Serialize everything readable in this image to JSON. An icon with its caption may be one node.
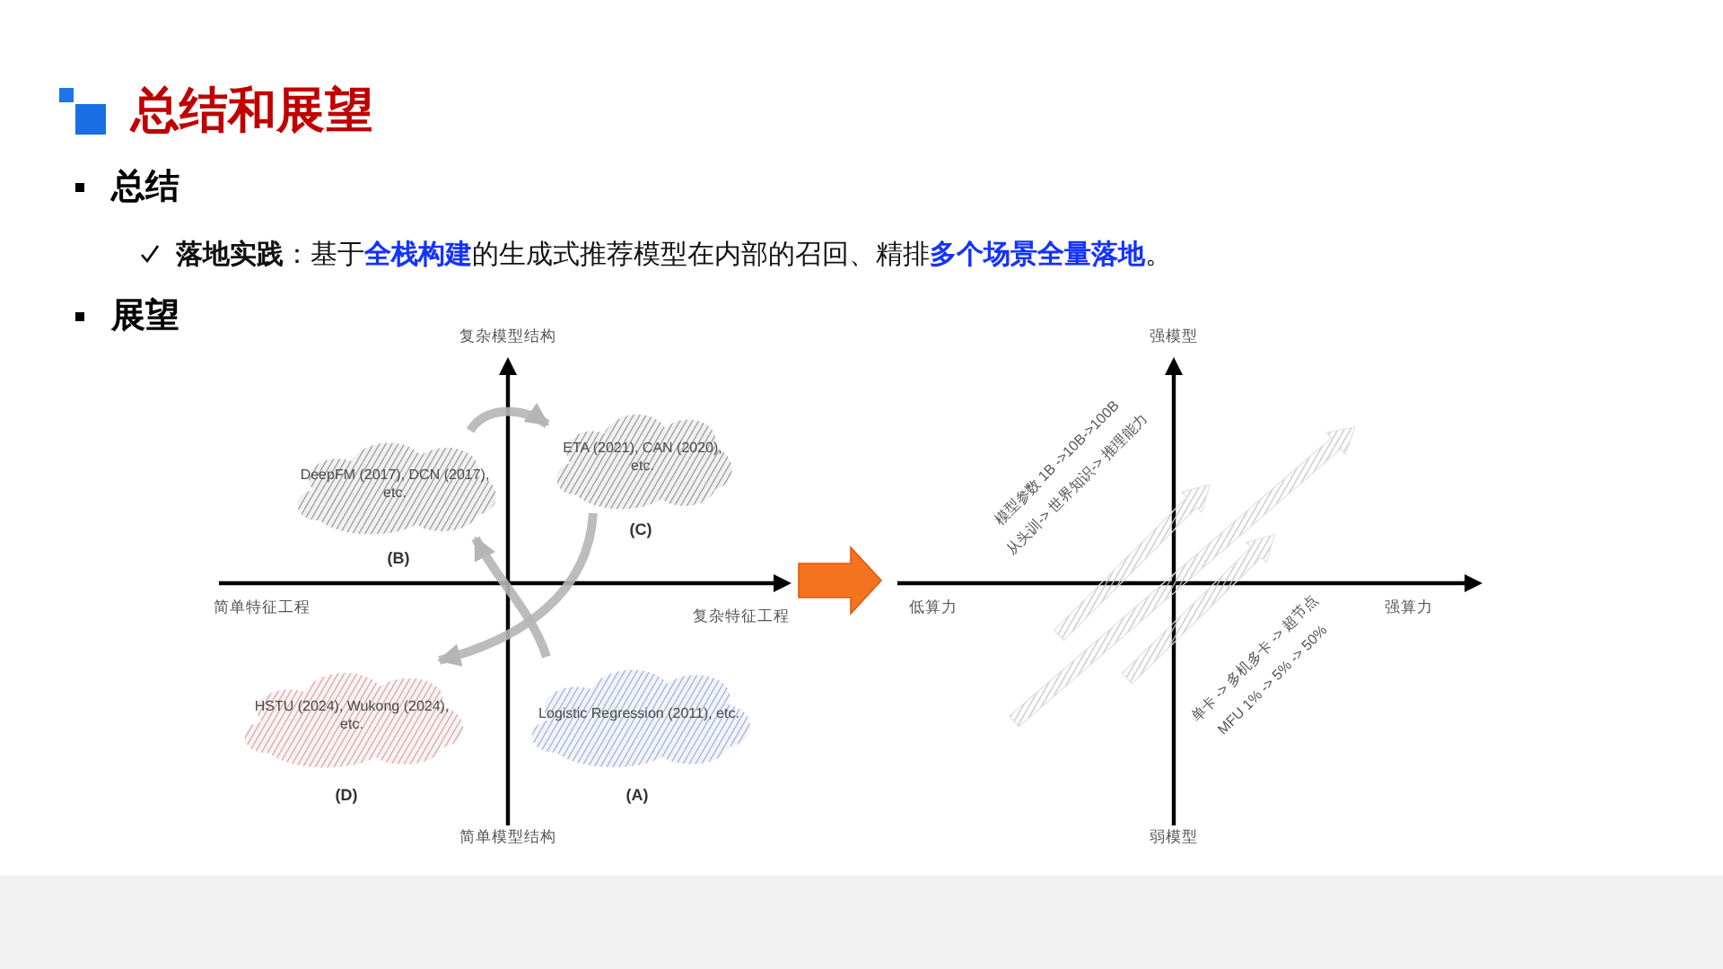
{
  "diagram": {
    "title": "总结和展望",
    "nodes": [
      {
        "text": [
          "DeepFM (2017), DCN (2017), etc."
        ],
        "beside": [
          "(B)"
        ]
      },
      {
        "text": [
          "ETA (2021), CAN (2020), etc."
        ],
        "beside": [
          "(C)"
        ]
      },
      {
        "text": [
          "HSTU (2024), Wukong (2024), etc."
        ],
        "beside": [
          "(D)"
        ]
      },
      {
        "text": [
          "Logistic Regression (2011), etc."
        ],
        "beside": [
          "(A)"
        ]
      }
    ],
    "edges": [
      {
        "from": 3,
        "to": 0,
        "arrow": "to"
      },
      {
        "from": 0,
        "to": 1,
        "arrow": "to"
      },
      {
        "from": 1,
        "to": 2,
        "arrow": "to"
      }
    ],
    "labels": [
      "总结",
      "**落地实践**：基于**全栈构建**的生成式推荐模型在内部的召回、精排**多个场景全量落地**。",
      "展望",
      "复杂模型结构",
      "简单特征工程",
      "复杂特征工程",
      "简单模型结构",
      "强模型",
      "模型参数 1B ->10B->100B",
      "从头训-> 世界知识-> 推理能力",
      "低算力",
      "强算力",
      "单卡 -> 多机多卡 -> 超节点",
      "MFU 1% -> 5% -> 50%",
      "弱模型"
    ]
  }
}
